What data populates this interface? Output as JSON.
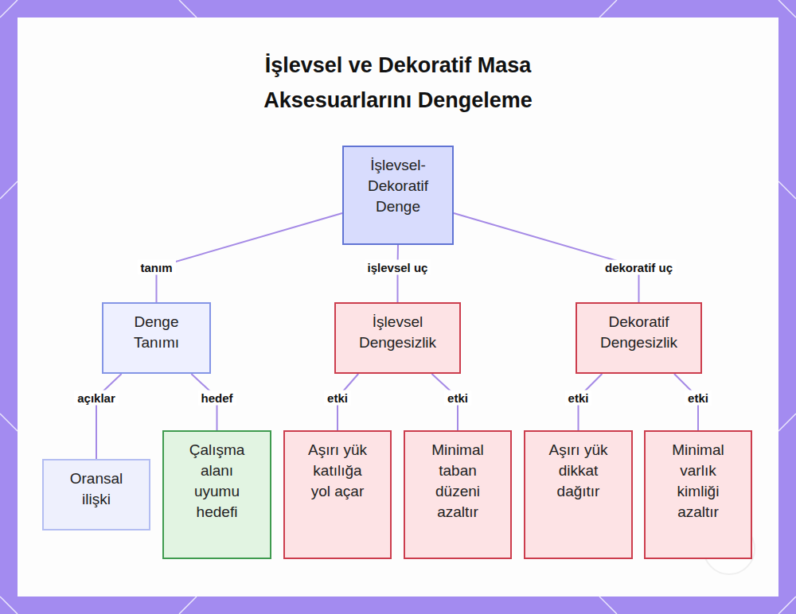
{
  "diagram": {
    "title": "İşlevsel ve Dekoratif Masa Aksesuarlarını Dengeleme",
    "nodes": [
      {
        "text": [
          "İşlevsel-Dekoratif Denge"
        ]
      },
      {
        "text": [
          "Denge Tanımı"
        ]
      },
      {
        "text": [
          "İşlevsel Dengesizlik"
        ]
      },
      {
        "text": [
          "Dekoratif Dengesizlik"
        ]
      },
      {
        "text": [
          "Oransal ilişki"
        ]
      },
      {
        "text": [
          "Çalışma alanı uyumu hedefi"
        ]
      },
      {
        "text": [
          "Aşırı yük katılığa yol açar"
        ]
      },
      {
        "text": [
          "Minimal taban düzeni azaltır"
        ]
      },
      {
        "text": [
          "Aşırı yük dikkat dağıtır"
        ]
      },
      {
        "text": [
          "Minimal varlık kimliği azaltır"
        ]
      }
    ],
    "edges": [
      {
        "from": 0,
        "to": 1,
        "label": "tanım",
        "arrow": "none"
      },
      {
        "from": 0,
        "to": 2,
        "label": "işlevsel uç",
        "arrow": "none"
      },
      {
        "from": 0,
        "to": 3,
        "label": "dekoratif uç",
        "arrow": "none"
      },
      {
        "from": 1,
        "to": 4,
        "label": "açıklar",
        "arrow": "none"
      },
      {
        "from": 1,
        "to": 5,
        "label": "hedef",
        "arrow": "none"
      },
      {
        "from": 2,
        "to": 6,
        "label": "etki",
        "arrow": "none"
      },
      {
        "from": 2,
        "to": 7,
        "label": "etki",
        "arrow": "none"
      },
      {
        "from": 3,
        "to": 8,
        "label": "etki",
        "arrow": "none"
      },
      {
        "from": 3,
        "to": 9,
        "label": "etki",
        "arrow": "none"
      }
    ]
  }
}
